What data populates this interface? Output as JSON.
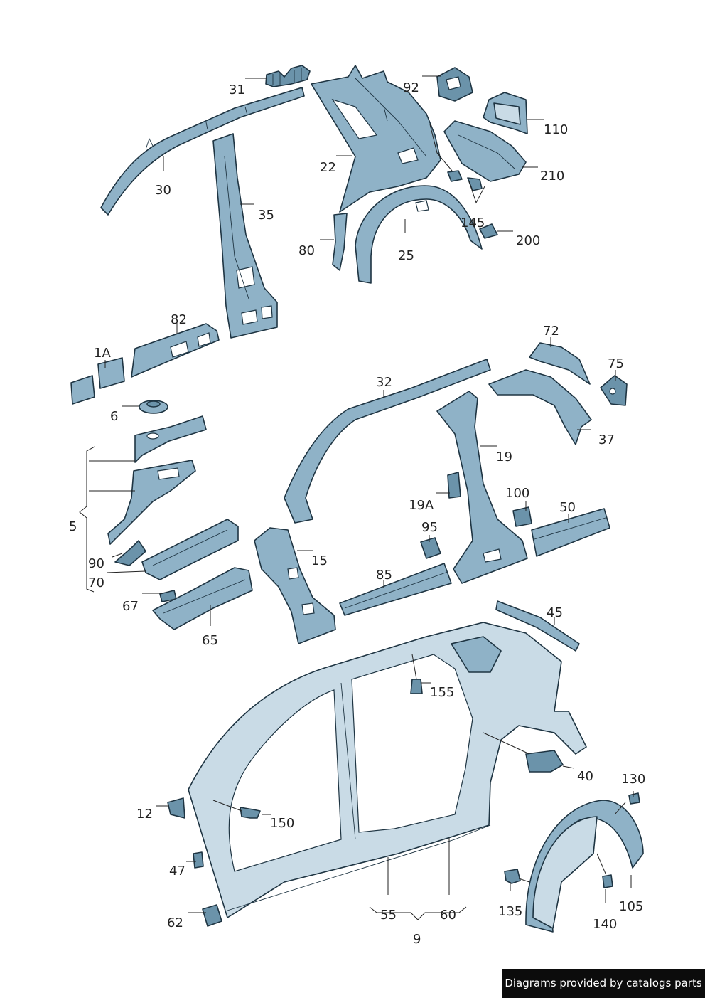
{
  "labels": {
    "p31": "31",
    "p30": "30",
    "p35": "35",
    "p22": "22",
    "p92": "92",
    "p110": "110",
    "p210": "210",
    "p145": "145",
    "p200": "200",
    "p80": "80",
    "p25": "25",
    "p82": "82",
    "p1A": "1A",
    "p6": "6",
    "p5": "5",
    "p90": "90",
    "p70": "70",
    "p67": "67",
    "p65": "65",
    "p32": "32",
    "p72": "72",
    "p75": "75",
    "p37": "37",
    "p19": "19",
    "p19A": "19A",
    "p100": "100",
    "p50": "50",
    "p95": "95",
    "p85": "85",
    "p15": "15",
    "p45": "45",
    "p155": "155",
    "p40": "40",
    "p130": "130",
    "p12": "12",
    "p150": "150",
    "p47": "47",
    "p62": "62",
    "p55": "55",
    "p60": "60",
    "p9": "9",
    "p135": "135",
    "p105": "105",
    "p140": "140"
  },
  "credit": "Diagrams provided by catalogs parts",
  "colors": {
    "panel": "#8fb2c7",
    "panel_dark": "#6b93aa",
    "panel_light": "#c9dbe6",
    "outline": "#1e3442"
  }
}
